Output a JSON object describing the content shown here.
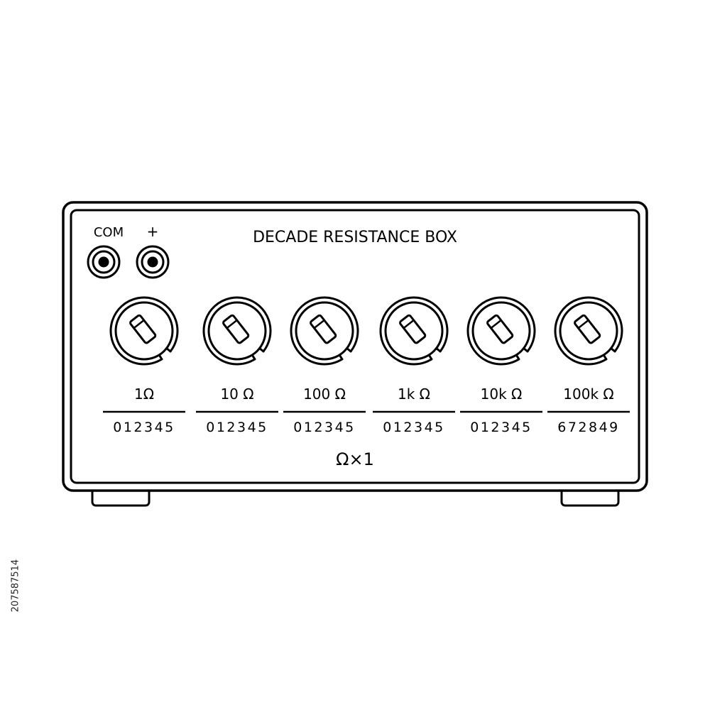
{
  "device": {
    "title": "DECADE RESISTANCE BOX",
    "terminals": [
      {
        "label": "COM"
      },
      {
        "label": "+"
      }
    ],
    "multiplier": "Ω×1",
    "dials": [
      {
        "label": "1Ω",
        "scale": "012345"
      },
      {
        "label": "10 Ω",
        "scale": "012345"
      },
      {
        "label": "100 Ω",
        "scale": "012345"
      },
      {
        "label": "1k Ω",
        "scale": "012345"
      },
      {
        "label": "10k Ω",
        "scale": "012345"
      },
      {
        "label": "100k Ω",
        "scale": "672849"
      }
    ]
  },
  "stock_id": "207587514",
  "colors": {
    "line": "#000000",
    "background": "#ffffff"
  }
}
